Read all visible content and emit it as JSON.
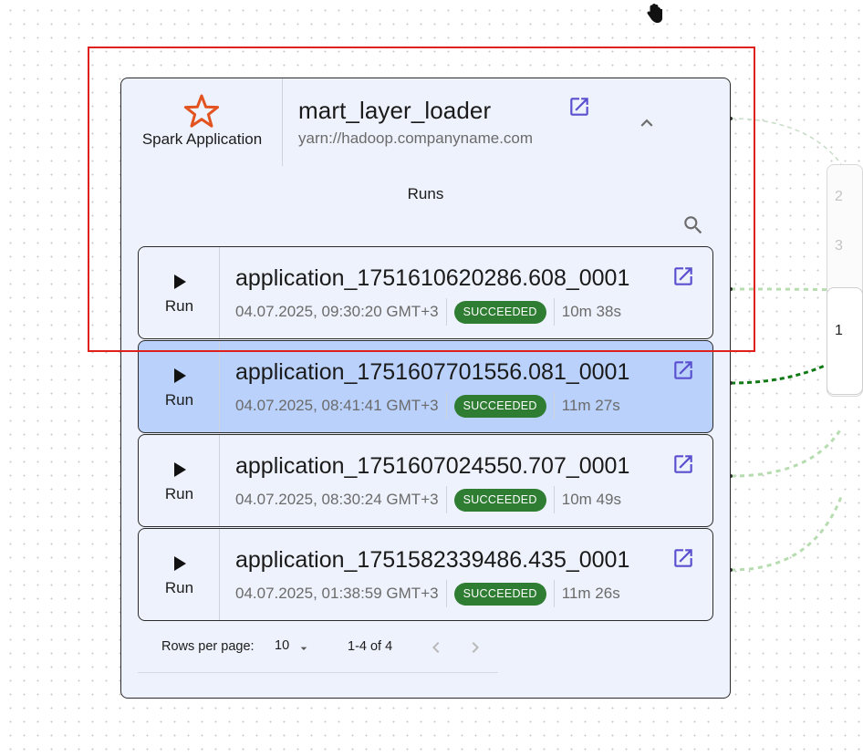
{
  "colors": {
    "card_bg": "#eef2fc",
    "selected_row_bg": "#b9d1fb",
    "status_success": "#2e7d32",
    "link_icon": "#5a4fcf",
    "spark_icon": "#e2531f",
    "selection_outline": "#e0201c",
    "edge_light": "#b6dcb0",
    "edge_selected": "#0f7a14"
  },
  "side_node": {
    "labels": [
      "2",
      "3",
      "1"
    ]
  },
  "node": {
    "type_icon": "spark-star-icon",
    "type_label": "Spark Application",
    "name": "mart_layer_loader",
    "location": "yarn://hadoop.companyname.com",
    "runs_title": "Runs",
    "runs": [
      {
        "run_label": "Run",
        "id": "application_1751610620286.608_0001",
        "time": "04.07.2025, 09:30:20 GMT+3",
        "status": "SUCCEEDED",
        "duration": "10m 38s",
        "selected": false
      },
      {
        "run_label": "Run",
        "id": "application_1751607701556.081_0001",
        "time": "04.07.2025, 08:41:41 GMT+3",
        "status": "SUCCEEDED",
        "duration": "11m 27s",
        "selected": true
      },
      {
        "run_label": "Run",
        "id": "application_1751607024550.707_0001",
        "time": "04.07.2025, 08:30:24 GMT+3",
        "status": "SUCCEEDED",
        "duration": "10m 49s",
        "selected": false
      },
      {
        "run_label": "Run",
        "id": "application_1751582339486.435_0001",
        "time": "04.07.2025, 01:38:59 GMT+3",
        "status": "SUCCEEDED",
        "duration": "11m 26s",
        "selected": false
      }
    ],
    "pagination": {
      "rows_per_page_label": "Rows per page:",
      "rows_per_page": "10",
      "range": "1-4 of 4"
    }
  }
}
